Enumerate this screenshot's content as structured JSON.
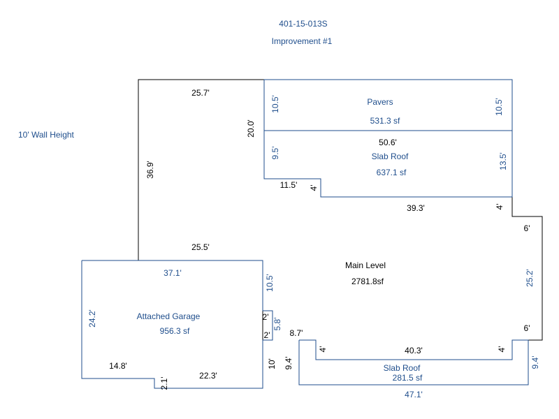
{
  "header": {
    "parcel_id": "401-15-013S",
    "improvement": "Improvement #1"
  },
  "notes": {
    "wall_height": "10' Wall Height"
  },
  "areas": {
    "pavers": {
      "name": "Pavers",
      "area": "531.3 sf"
    },
    "slab_roof_top": {
      "name": "Slab Roof",
      "area": "637.1 sf"
    },
    "main_level": {
      "name": "Main Level",
      "area": "2781.8sf"
    },
    "garage": {
      "name": "Attached Garage",
      "area": "956.3 sf"
    },
    "slab_roof_bottom": {
      "name": "Slab Roof",
      "area": "281.5 sf"
    }
  },
  "dimensions": {
    "top_25_7": "25.7'",
    "left_36_9": "36.9'",
    "mid_25_5": "25.5'",
    "inner_20_0": "20.0'",
    "pavers_left_10_5": "10.5'",
    "pavers_right_10_5": "10.5'",
    "slab_50_6": "50.6'",
    "slab_left_9_5": "9.5'",
    "slab_right_13_5": "13.5'",
    "notch_11_5": "11.5'",
    "notch_4a": "4'",
    "main_39_3": "39.3'",
    "main_4b": "4'",
    "right_6a": "6'",
    "right_25_2": "25.2'",
    "right_6b": "6'",
    "garage_37_1": "37.1'",
    "garage_24_2": "24.2'",
    "garage_right_10_5": "10.5'",
    "step_2a": "2'",
    "step_5_8": "5.8'",
    "step_2b": "2'",
    "step_8_7": "8.7'",
    "garage_10": "10'",
    "garage_14_8": "14.8'",
    "garage_2_1": "2.1'",
    "garage_22_3": "22.3'",
    "bslab_left_9_4": "9.4'",
    "bslab_4c": "4'",
    "bslab_40_3": "40.3'",
    "bslab_4d": "4'",
    "bslab_right_9_4": "9.4'",
    "bslab_47_1": "47.1'"
  }
}
